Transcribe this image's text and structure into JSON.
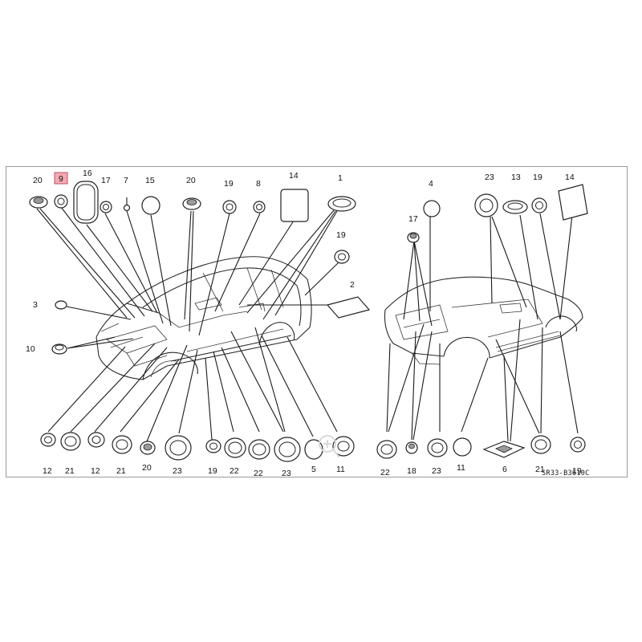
{
  "diagram_code": "SR33-B3610C",
  "highlight_color": "#f4a9b4",
  "zoom_icon": "magnifier-plus-icon",
  "callouts": {
    "c20a": "20",
    "c9": "9",
    "c16": "16",
    "c17a": "17",
    "c7": "7",
    "c15": "15",
    "c20b": "20",
    "c19a": "19",
    "c8": "8",
    "c14a": "14",
    "c1": "1",
    "c19b": "19",
    "c2": "2",
    "c3": "3",
    "c10": "10",
    "b12a": "12",
    "b21a": "21",
    "b12b": "12",
    "b21b": "21",
    "b20": "20",
    "b23a": "23",
    "b19": "19",
    "b22a": "22",
    "b22b": "22",
    "b23b": "23",
    "b5": "5",
    "b11a": "11",
    "r4": "4",
    "r17": "17",
    "r23": "23",
    "r13": "13",
    "r19": "19",
    "r14": "14",
    "rb22": "22",
    "rb18": "18",
    "rb23": "23",
    "rb11": "11",
    "rb6": "6",
    "rb21": "21",
    "rb19": "19"
  }
}
